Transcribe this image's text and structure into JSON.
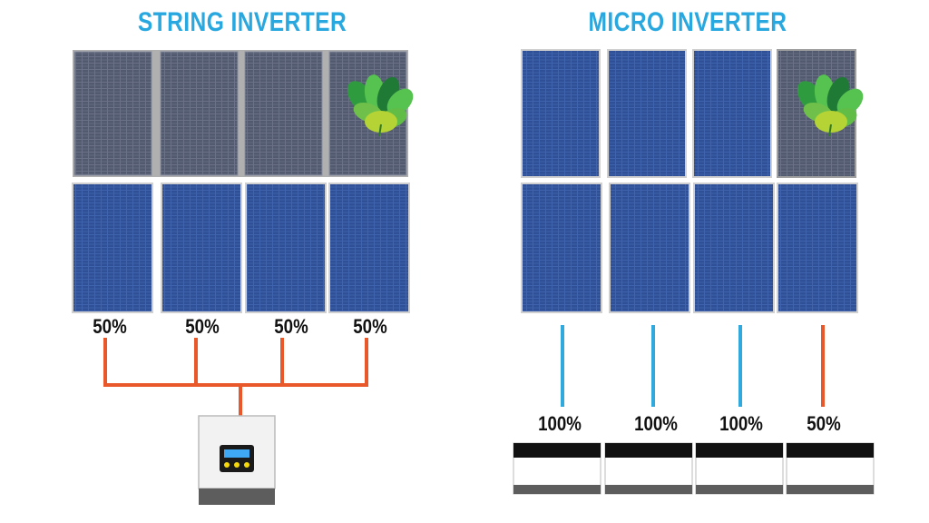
{
  "titles": {
    "left": "STRING INVERTER",
    "right": "MICRO INVERTER"
  },
  "string": {
    "outputs": [
      "50%",
      "50%",
      "50%",
      "50%"
    ],
    "top_row_shaded": [
      true,
      true,
      true,
      true
    ],
    "has_leaf_shade": true
  },
  "micro": {
    "outputs": [
      "100%",
      "100%",
      "100%",
      "50%"
    ],
    "top_row_shaded": [
      false,
      false,
      false,
      true
    ],
    "wire_colors": [
      "#2fa9de",
      "#2fa9de",
      "#2fa9de",
      "#e8582b"
    ]
  },
  "colors": {
    "title": "#29a8e0",
    "panel_blue": "#3a5ea8",
    "panel_shaded": "#5b6379",
    "wire_orange": "#e8582b",
    "wire_blue": "#2fa9de"
  }
}
